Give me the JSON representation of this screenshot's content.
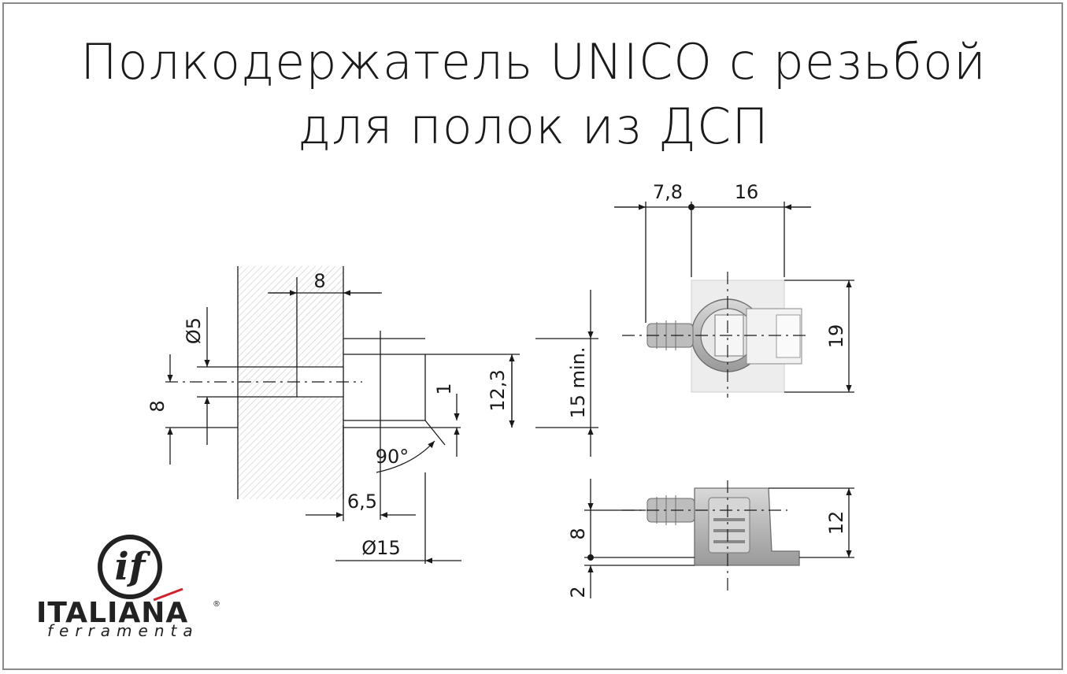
{
  "title": {
    "line1": "Полкодержатель UNICO с резьбой",
    "line2": "для полок из ДСП"
  },
  "section_drawing": {
    "dim_depth": "8",
    "dim_hole_diameter": "Ø5",
    "dim_hole_offset": "8",
    "dim_gap": "1",
    "dim_height_12_3": "12,3",
    "dim_height_15min": "15 min.",
    "angle": "90°",
    "dim_6_5": "6,5",
    "dim_d15": "Ø15"
  },
  "top_view": {
    "dim_7_8": "7,8",
    "dim_16": "16",
    "dim_19": "19"
  },
  "side_view": {
    "dim_12": "12",
    "dim_8": "8",
    "dim_2": "2"
  },
  "logo": {
    "brand": "ITALIANA",
    "subtitle": "ferramenta",
    "mark": "if",
    "registered": "®",
    "accent_color": "#d0202a"
  }
}
